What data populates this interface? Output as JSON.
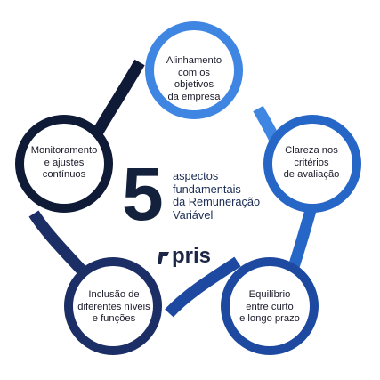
{
  "nodes": [
    {
      "label": "Alinhamento\ncom os\nobjetivos\nda empresa",
      "color": "#3f86e3"
    },
    {
      "label": "Clareza nos\ncritérios\nde avaliação",
      "color": "#2666c6"
    },
    {
      "label": "Equilíbrio\nentre curto\ne longo prazo",
      "color": "#1d4aa0"
    },
    {
      "label": "Inclusão de\ndiferentes níveis\ne funções",
      "color": "#1b2f66"
    },
    {
      "label": "Monitoramento\ne ajustes\ncontínuos",
      "color": "#0f1a36"
    }
  ],
  "center": {
    "number": "5",
    "headline": "aspectos\nfundamentais\nda Remuneração\nVariável"
  },
  "brand": {
    "name": "pris",
    "logo_icon": "pris-logo-mark-icon",
    "color": "#1c2746"
  }
}
